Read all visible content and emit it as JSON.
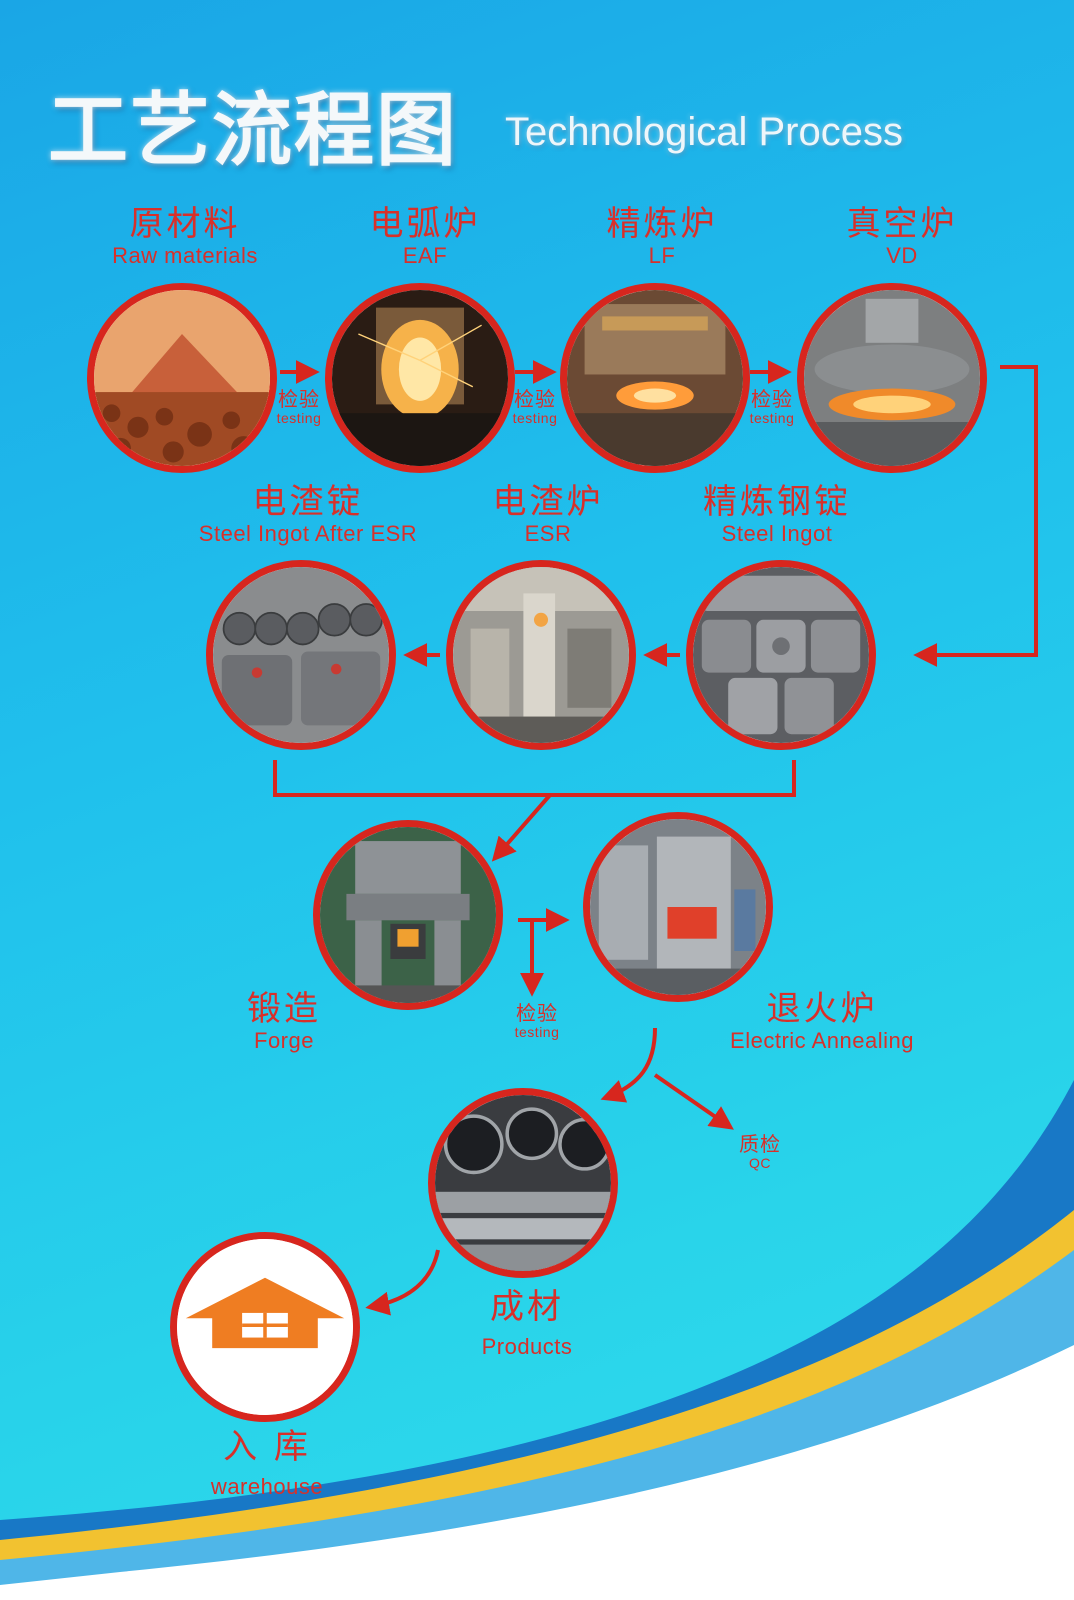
{
  "title": {
    "cn": "工艺流程图",
    "en": "Technological Process"
  },
  "testing": {
    "cn": "检验",
    "en": "testing"
  },
  "nodes": {
    "raw": {
      "cn": "原材料",
      "en": "Raw materials"
    },
    "eaf": {
      "cn": "电弧炉",
      "en": "EAF"
    },
    "lf": {
      "cn": "精炼炉",
      "en": "LF"
    },
    "vd": {
      "cn": "真空炉",
      "en": "VD"
    },
    "ingot": {
      "cn": "精炼钢锭",
      "en": "Steel Ingot"
    },
    "esr": {
      "cn": "电渣炉",
      "en": "ESR"
    },
    "esr_ingot": {
      "cn": "电渣锭",
      "en": "Steel Ingot After ESR"
    },
    "forge": {
      "cn": "锻造",
      "en": "Forge"
    },
    "annealing": {
      "cn": "退火炉",
      "en": "Electric Annealing"
    },
    "products": {
      "cn": "成材",
      "en": "Products"
    },
    "warehouse": {
      "cn": "入 库",
      "en": "warehouse"
    }
  },
  "qc": {
    "cn": "质检",
    "en": "QC"
  },
  "colors": {
    "accent": "#d7261e",
    "background": "#22c3ea",
    "house": "#ef7d22",
    "swoosh_yellow": "#f2c230",
    "swoosh_blue": "#1a78c8"
  },
  "icons": {
    "warehouse": "house-icon"
  }
}
